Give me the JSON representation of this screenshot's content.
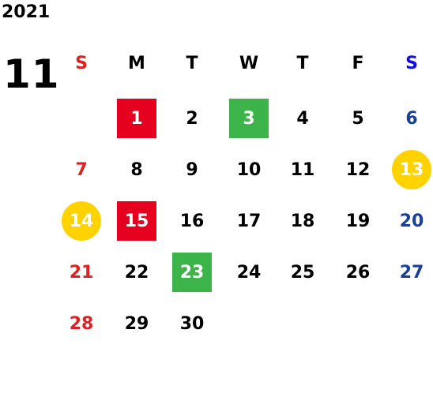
{
  "calendar": {
    "year": "2021",
    "month": "11",
    "colors": {
      "sunday": "#e02020",
      "saturday_header": "#1010e0",
      "saturday": "#1a3f98",
      "weekday": "#000000",
      "red_box": "#e60020",
      "green_box": "#3cb44a",
      "yellow_circle": "#ffd200"
    },
    "weekdays": [
      "S",
      "M",
      "T",
      "W",
      "T",
      "F",
      "S"
    ],
    "start_weekday": 1,
    "days": [
      {
        "label": "1",
        "style": "red"
      },
      {
        "label": "2"
      },
      {
        "label": "3",
        "style": "green"
      },
      {
        "label": "4"
      },
      {
        "label": "5"
      },
      {
        "label": "6"
      },
      {
        "label": "7"
      },
      {
        "label": "8"
      },
      {
        "label": "9"
      },
      {
        "label": "10"
      },
      {
        "label": "11"
      },
      {
        "label": "12"
      },
      {
        "label": "13",
        "style": "yellow"
      },
      {
        "label": "14",
        "style": "yellow"
      },
      {
        "label": "15",
        "style": "red"
      },
      {
        "label": "16"
      },
      {
        "label": "17"
      },
      {
        "label": "18"
      },
      {
        "label": "19"
      },
      {
        "label": "20"
      },
      {
        "label": "21"
      },
      {
        "label": "22"
      },
      {
        "label": "23",
        "style": "green"
      },
      {
        "label": "24"
      },
      {
        "label": "25"
      },
      {
        "label": "26"
      },
      {
        "label": "27"
      },
      {
        "label": "28"
      },
      {
        "label": "29"
      },
      {
        "label": "30"
      }
    ]
  }
}
